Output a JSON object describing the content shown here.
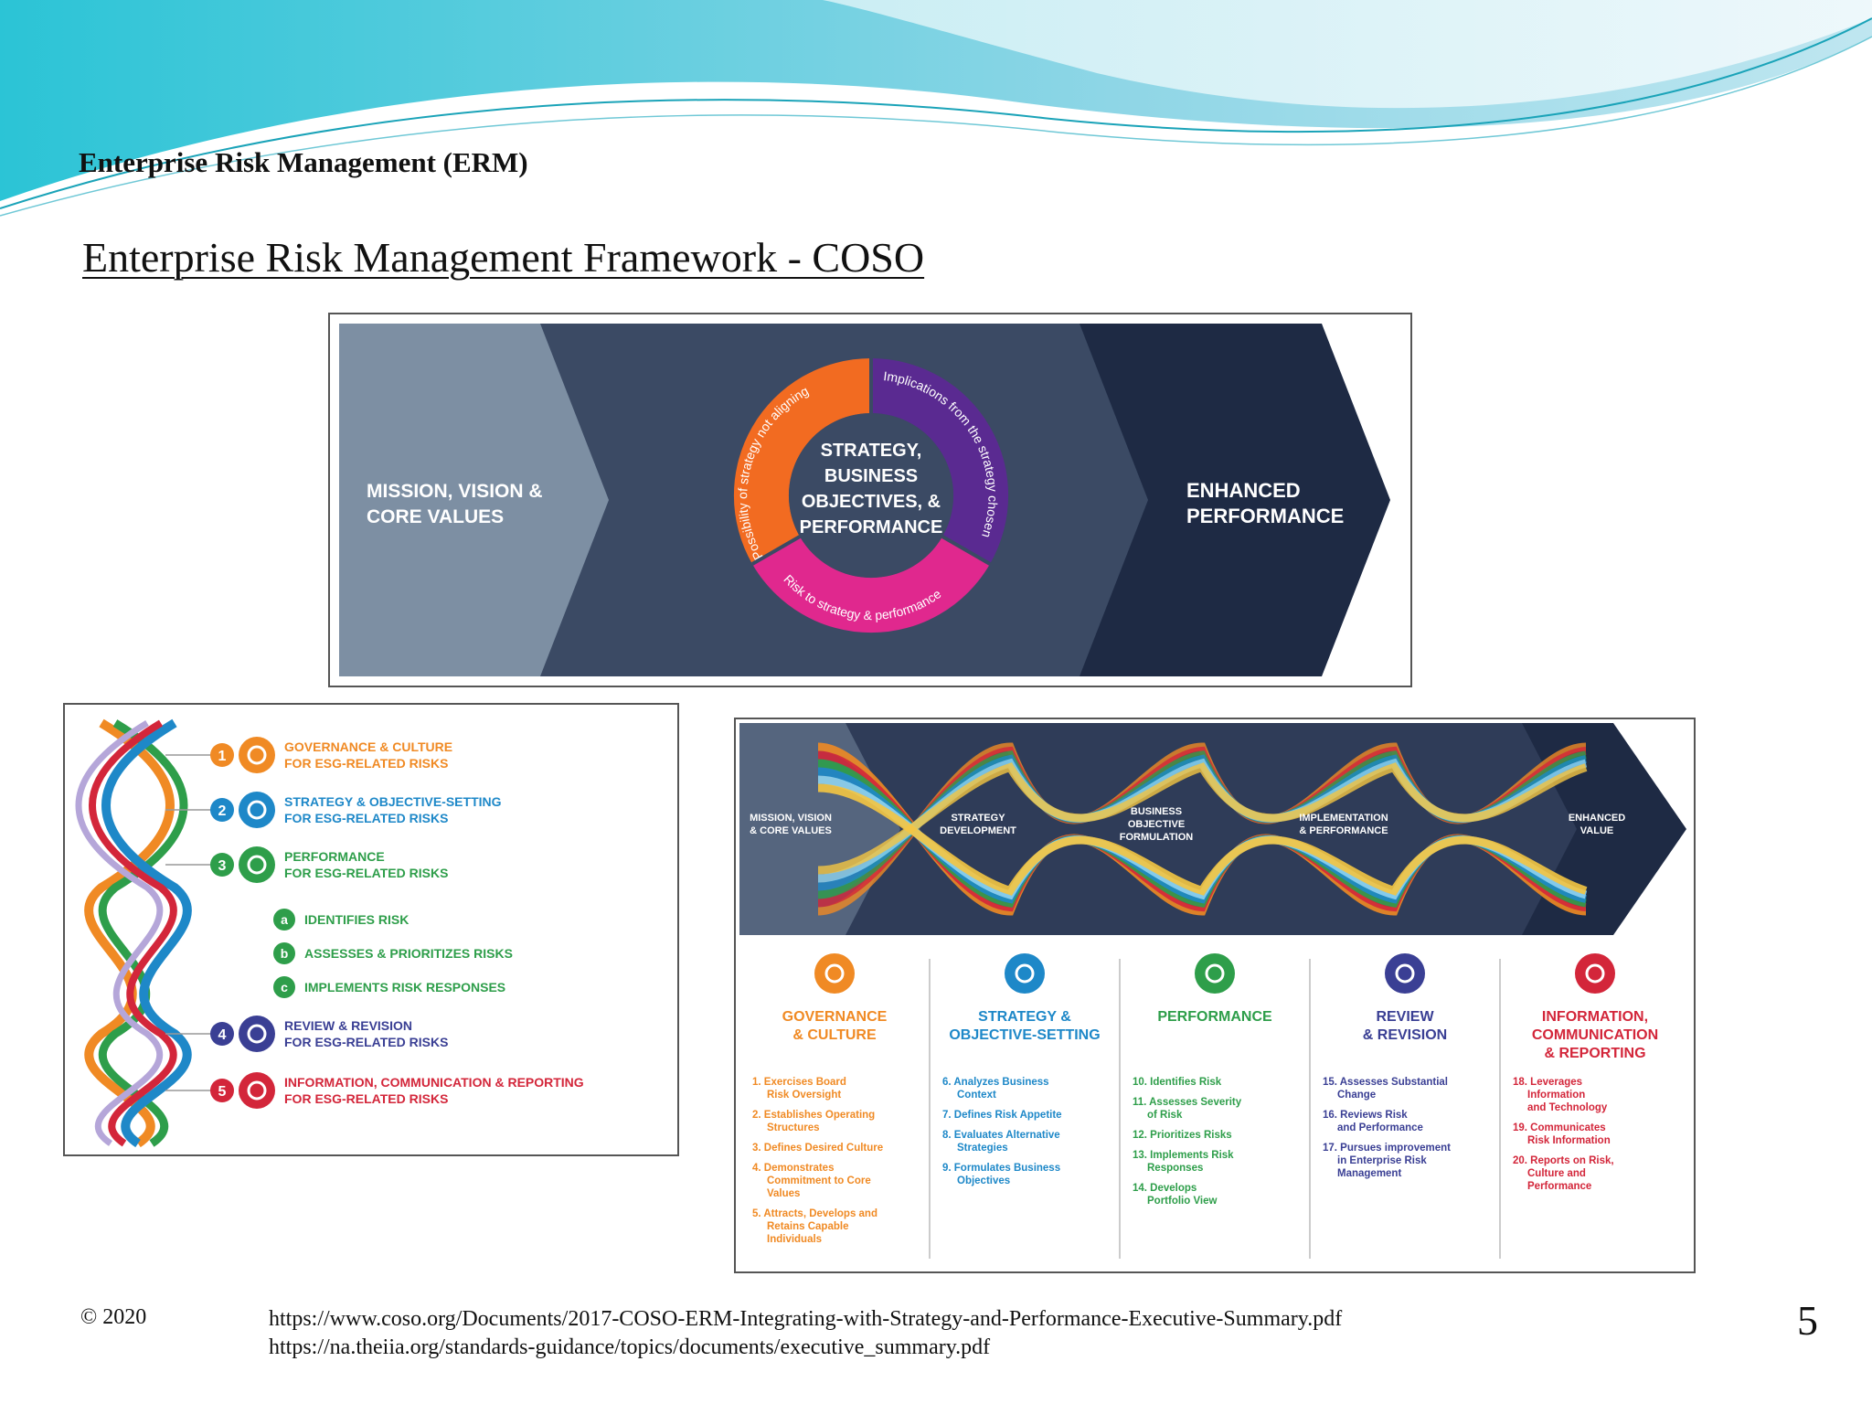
{
  "header": {
    "section_title": "Enterprise Risk Management (ERM)",
    "slide_title": "Enterprise Risk Management Framework - COSO"
  },
  "figure_top": {
    "left_label": [
      "MISSION, VISION &",
      "CORE VALUES"
    ],
    "center_label": [
      "STRATEGY,",
      "BUSINESS",
      "OBJECTIVES, &",
      "PERFORMANCE"
    ],
    "right_label": [
      "ENHANCED",
      "PERFORMANCE"
    ],
    "ring_orange": "Possibility of strategy not aligning",
    "ring_purple": "Implications from the strategy chosen",
    "ring_pink": "Risk to strategy & performance",
    "colors": {
      "orange": "#f26b21",
      "purple": "#5a2a91",
      "pink": "#e0288e",
      "navy": "#1e2a44",
      "slate": "#3b4a64",
      "grey": "#7d8fa3"
    }
  },
  "figure_left": {
    "items": [
      {
        "num": "1",
        "color": "#f08a24",
        "line1": "GOVERNANCE & CULTURE",
        "line2": "FOR ESG-RELATED RISKS",
        "icon": "people-icon"
      },
      {
        "num": "2",
        "color": "#1e88c8",
        "line1": "STRATEGY & OBJECTIVE-SETTING",
        "line2": "FOR ESG-RELATED RISKS",
        "icon": "gears-icon"
      },
      {
        "num": "3",
        "color": "#2e9e4a",
        "line1": "PERFORMANCE",
        "line2": "FOR ESG-RELATED RISKS",
        "icon": "magnifier-icon"
      },
      {
        "num": "4",
        "color": "#3a3f94",
        "line1": "REVIEW & REVISION",
        "line2": "FOR ESG-RELATED RISKS",
        "icon": "document-icon"
      },
      {
        "num": "5",
        "color": "#d3263a",
        "line1": "INFORMATION, COMMUNICATION & REPORTING",
        "line2": "FOR ESG-RELATED RISKS",
        "icon": "bar-chart-icon"
      }
    ],
    "subitems": [
      {
        "letter": "a",
        "text": "IDENTIFIES RISK"
      },
      {
        "letter": "b",
        "text": "ASSESSES & PRIORITIZES RISKS"
      },
      {
        "letter": "c",
        "text": "IMPLEMENTS RISK RESPONSES"
      }
    ]
  },
  "figure_right": {
    "banner_labels": [
      [
        "MISSION, VISION",
        "& CORE VALUES"
      ],
      [
        "STRATEGY",
        "DEVELOPMENT"
      ],
      [
        "BUSINESS",
        "OBJECTIVE",
        "FORMULATION"
      ],
      [
        "IMPLEMENTATION",
        "& PERFORMANCE"
      ],
      [
        "ENHANCED",
        "VALUE"
      ]
    ],
    "columns": [
      {
        "color": "#f08a24",
        "title": [
          "GOVERNANCE",
          "& CULTURE"
        ],
        "icon": "people-icon",
        "items": [
          [
            "1. Exercises Board",
            "Risk Oversight"
          ],
          [
            "2. Establishes Operating",
            "Structures"
          ],
          [
            "3. Defines Desired Culture"
          ],
          [
            "4. Demonstrates",
            "Commitment to Core",
            "Values"
          ],
          [
            "5. Attracts, Develops and",
            "Retains Capable",
            "Individuals"
          ]
        ]
      },
      {
        "color": "#1e88c8",
        "title": [
          "STRATEGY &",
          "OBJECTIVE-SETTING"
        ],
        "icon": "gears-icon",
        "items": [
          [
            "6. Analyzes Business",
            "Context"
          ],
          [
            "7. Defines Risk Appetite"
          ],
          [
            "8. Evaluates Alternative",
            "Strategies"
          ],
          [
            "9. Formulates Business",
            "Objectives"
          ]
        ]
      },
      {
        "color": "#2e9e4a",
        "title": [
          "PERFORMANCE"
        ],
        "icon": "magnifier-icon",
        "items": [
          [
            "10. Identifies Risk"
          ],
          [
            "11. Assesses Severity",
            "of Risk"
          ],
          [
            "12. Prioritizes Risks"
          ],
          [
            "13. Implements Risk",
            "Responses"
          ],
          [
            "14. Develops",
            "Portfolio View"
          ]
        ]
      },
      {
        "color": "#3a3f94",
        "title": [
          "REVIEW",
          "& REVISION"
        ],
        "icon": "document-icon",
        "items": [
          [
            "15. Assesses Substantial",
            "Change"
          ],
          [
            "16. Reviews Risk",
            "and Performance"
          ],
          [
            "17. Pursues improvement",
            "in Enterprise Risk",
            "Management"
          ]
        ]
      },
      {
        "color": "#d3263a",
        "title": [
          "INFORMATION,",
          "COMMUNICATION",
          "& REPORTING"
        ],
        "icon": "bar-chart-icon",
        "items": [
          [
            "18. Leverages",
            "Information",
            "and Technology"
          ],
          [
            "19. Communicates",
            "Risk Information"
          ],
          [
            "20. Reports on Risk,",
            "Culture and",
            "Performance"
          ]
        ]
      }
    ]
  },
  "footer": {
    "copyright": "© 2020",
    "link1": "https://www.coso.org/Documents/2017-COSO-ERM-Integrating-with-Strategy-and-Performance-Executive-Summary.pdf",
    "link2": "https://na.theiia.org/standards-guidance/topics/documents/executive_summary.pdf",
    "page_number": "5"
  }
}
